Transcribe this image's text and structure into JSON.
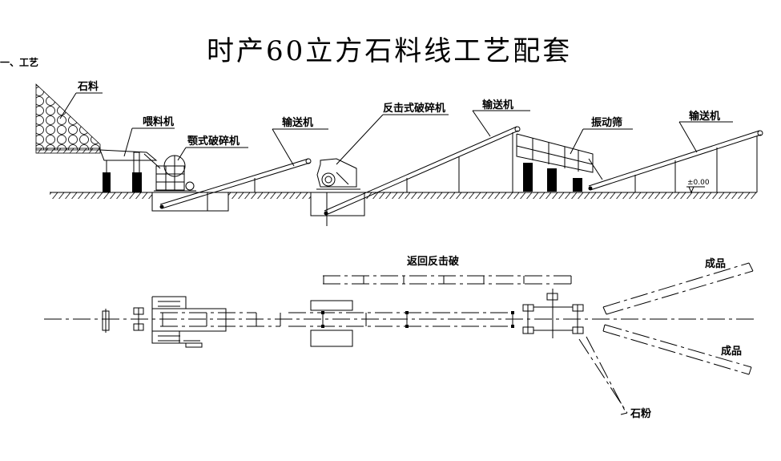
{
  "title": "时产60立方石料线工艺配套",
  "section": "一、工艺",
  "elevation_labels": {
    "stone": "石料",
    "feeder": "喂料机",
    "jaw_crusher": "颚式破碎机",
    "conveyor_1": "输送机",
    "impact_crusher": "反击式破碎机",
    "conveyor_2": "输送机",
    "vibrating_screen": "振动筛",
    "conveyor_3": "输送机",
    "elevation_mark": "±0.00"
  },
  "plan_labels": {
    "return_impact": "返回反击破",
    "product_1": "成品",
    "product_2": "成品",
    "stone_powder": "石粉"
  }
}
